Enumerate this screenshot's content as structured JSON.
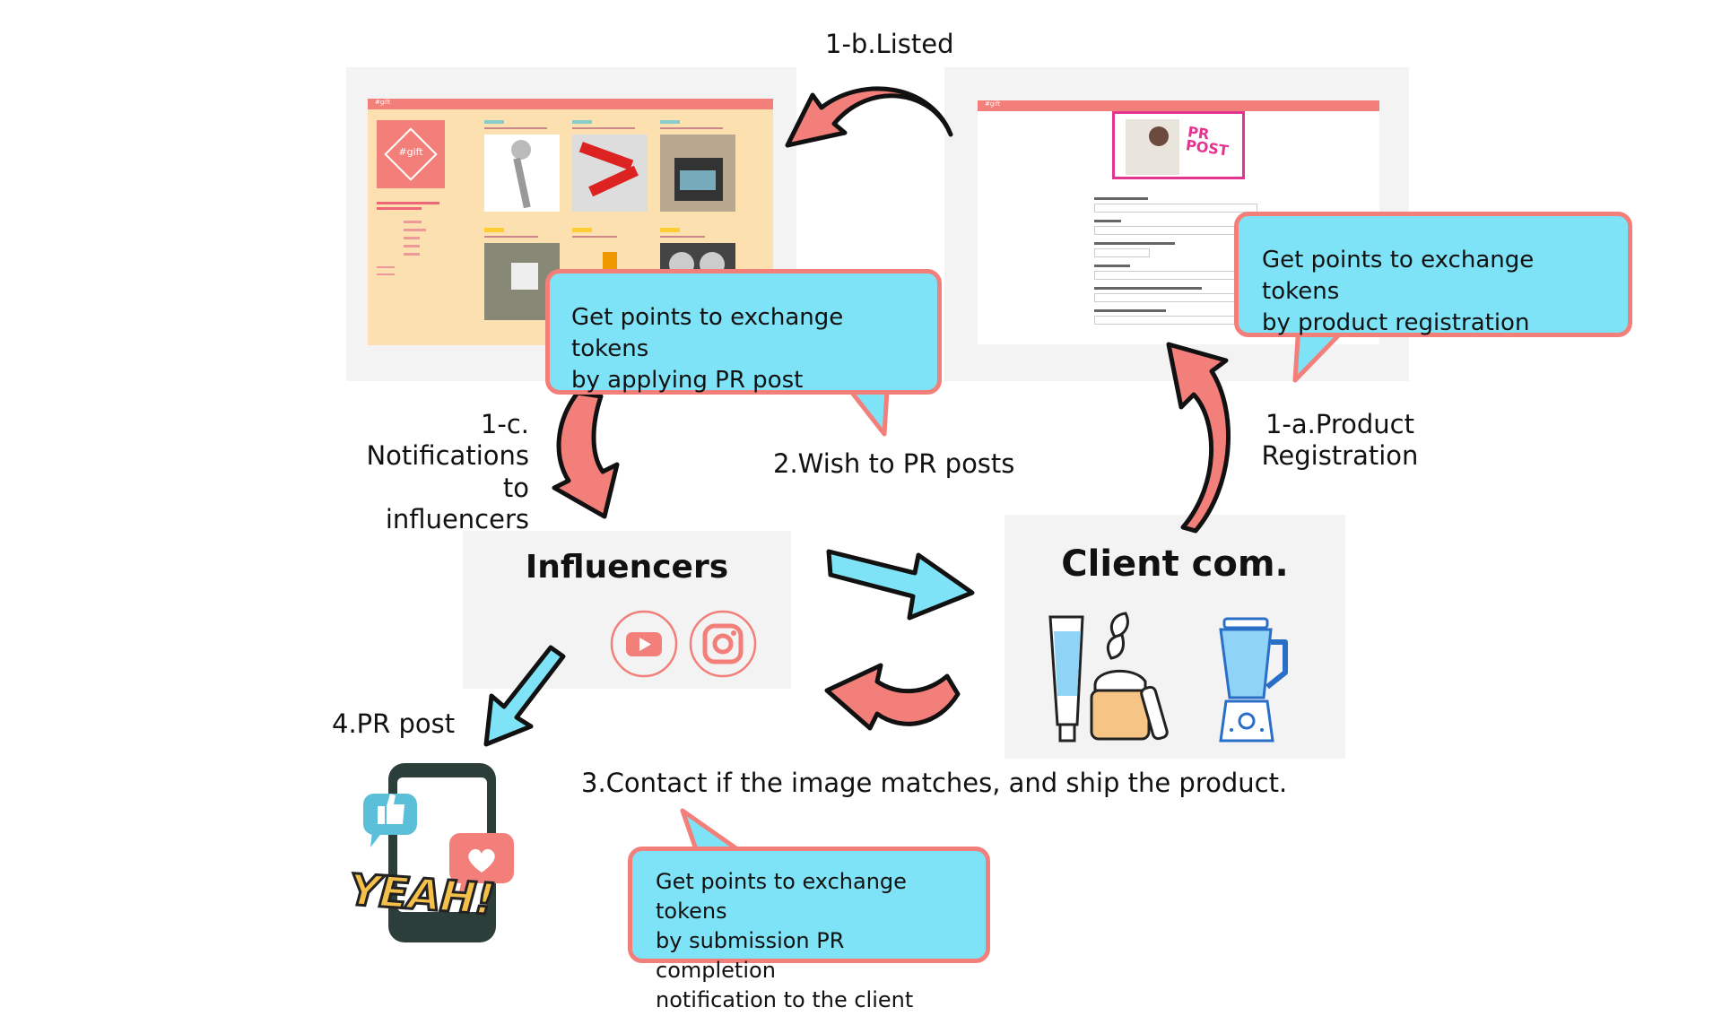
{
  "labels": {
    "listed": "1-b.Listed",
    "product_registration_line1": "1-a.Product",
    "product_registration_line2": "Registration",
    "notifications_line1": "1-c.",
    "notifications_line2": "Notifications to",
    "notifications_line3": "influencers",
    "wish": "2.Wish to PR posts",
    "contact": "3.Contact if the image matches, and ship the product.",
    "pr_post": "4.PR post"
  },
  "nodes": {
    "influencers": "Influencers",
    "client": "Client com."
  },
  "bubbles": {
    "apply_line1": "Get points to exchange tokens",
    "apply_line2": "by applying PR post",
    "registration_line1": "Get points to exchange tokens",
    "registration_line2": "by product registration",
    "submission_line1": "Get points to exchange tokens",
    "submission_line2": "by submission PR completion",
    "submission_line3": "notification to the client"
  },
  "screenshots": {
    "listing_logo": "#gift",
    "listing_brand": "#gift",
    "registration_brand": "#gift",
    "stamp_text": "PR POST"
  },
  "phone": {
    "sticker_text": "YEAH!"
  },
  "colors": {
    "salmon": "#f27f7a",
    "cyan": "#7ee3f7",
    "arrow_outline": "#111111",
    "panel": "#f3f3f3",
    "listing_bg": "#fde0b0"
  }
}
